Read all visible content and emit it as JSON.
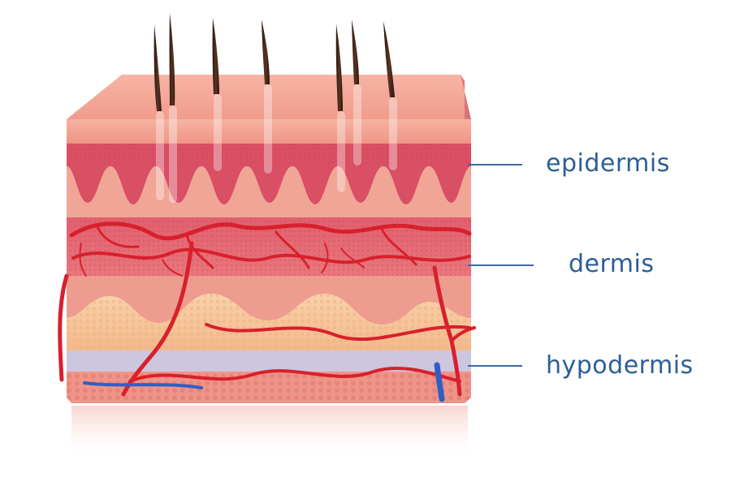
{
  "labels": {
    "epidermis": "epidermis",
    "dermis": "dermis",
    "hypodermis": "hypodermis"
  },
  "colors": {
    "label_text": "#2c5e98",
    "leader_line": "#3a6aa6",
    "epidermis_top": "#f3a394",
    "epidermis_front": "#f4a898",
    "dermis": "#e8707a",
    "dermis_pale": "#f3b2a7",
    "fat": "#f6c79c",
    "membrane": "#c9c4dc",
    "subcutis": "#ec8a80",
    "artery": "#d8202c",
    "vein": "#2f5fc4",
    "hair": "#3b2216"
  }
}
